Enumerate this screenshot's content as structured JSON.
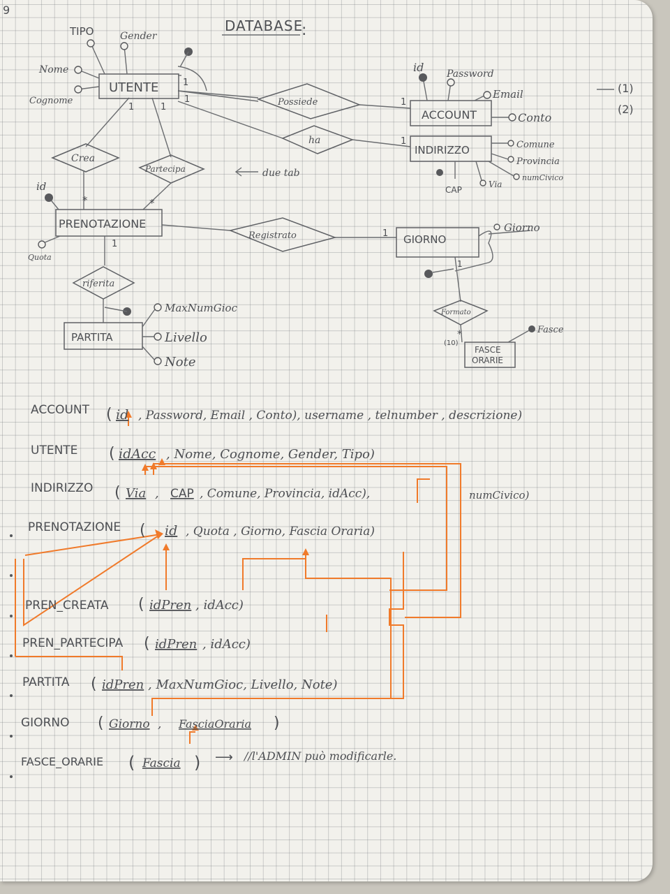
{
  "page_title": "DATABASE",
  "margin_num": "9",
  "margin_notes": [
    "(1)",
    "(2)"
  ],
  "er": {
    "entities": {
      "utente": "UTENTE",
      "account": "ACCOUNT",
      "indirizzo": "INDIRIZZO",
      "prenotazione": "PRENOTAZIONE",
      "giorno": "GIORNO",
      "partita": "PARTITA",
      "fasce": [
        "FASCE",
        "ORARIE"
      ]
    },
    "relationships": {
      "possiede": "Possiede",
      "ha": "ha",
      "crea": "Crea",
      "partecipa": "Partecipa",
      "registrato": "Registrato",
      "riferita": "riferita",
      "formato": "Formato"
    },
    "attributes": {
      "utente": [
        "TIPO",
        "Gender",
        "Nome",
        "Cognome"
      ],
      "account": [
        "id",
        "Password",
        "Email",
        "Conto"
      ],
      "indirizzo": [
        "Comune",
        "Provincia",
        "numCivico",
        "Via",
        "CAP"
      ],
      "prenotazione": [
        "id",
        "Quota"
      ],
      "giorno": [
        "Giorno"
      ],
      "partita": [
        "MaxNumGioc",
        "Livello",
        "Note"
      ],
      "fasce": [
        "Fasce"
      ]
    },
    "cardinalities": {
      "one": "1",
      "many": "*",
      "ten": "(10)"
    },
    "annotation": "due tab"
  },
  "schema": {
    "account": {
      "name": "ACCOUNT",
      "open": "(",
      "key": "id",
      "rest": ", Password, Email , Conto), username , telnumber , descrizione)"
    },
    "utente": {
      "name": "UTENTE",
      "open": "(",
      "key": "idAcc",
      "rest": ", Nome, Cognome, Gender, Tipo)"
    },
    "indirizzo": {
      "name": "INDIRIZZO",
      "open": "(",
      "key": "Via",
      "mid": ", ",
      "key2": "CAP",
      "rest": ", Comune, Provincia, idAcc),",
      "extra": "numCivico)"
    },
    "prenotazione": {
      "name": "PRENOTAZIONE",
      "open": "(",
      "key": "id",
      "rest": ", Quota , Giorno, Fascia Oraria)"
    },
    "pren_creata": {
      "name": "PREN_CREATA",
      "open": "(",
      "key": "idPren",
      "rest": ", idAcc)"
    },
    "pren_partecipa": {
      "name": "PREN_PARTECIPA",
      "open": "(",
      "key": "idPren",
      "rest": ", idAcc)"
    },
    "partita": {
      "name": "PARTITA",
      "open": "(",
      "key": "idPren",
      "rest": ", MaxNumGioc, Livello, Note)"
    },
    "giorno": {
      "name": "GIORNO",
      "open": "(",
      "key": "Giorno",
      "mid": ", ",
      "key2": "FasciaOraria",
      "rest": ")"
    },
    "fasce_orarie": {
      "name": "FASCE_ORARIE",
      "open": "(",
      "key": "Fascia",
      "rest": ")",
      "arrow": "⟶",
      "note": "//l'ADMIN può modificarle."
    }
  },
  "colors": {
    "pencil": "#4d4f53",
    "orange": "#f07a2a",
    "paper": "#f2f1ec"
  }
}
